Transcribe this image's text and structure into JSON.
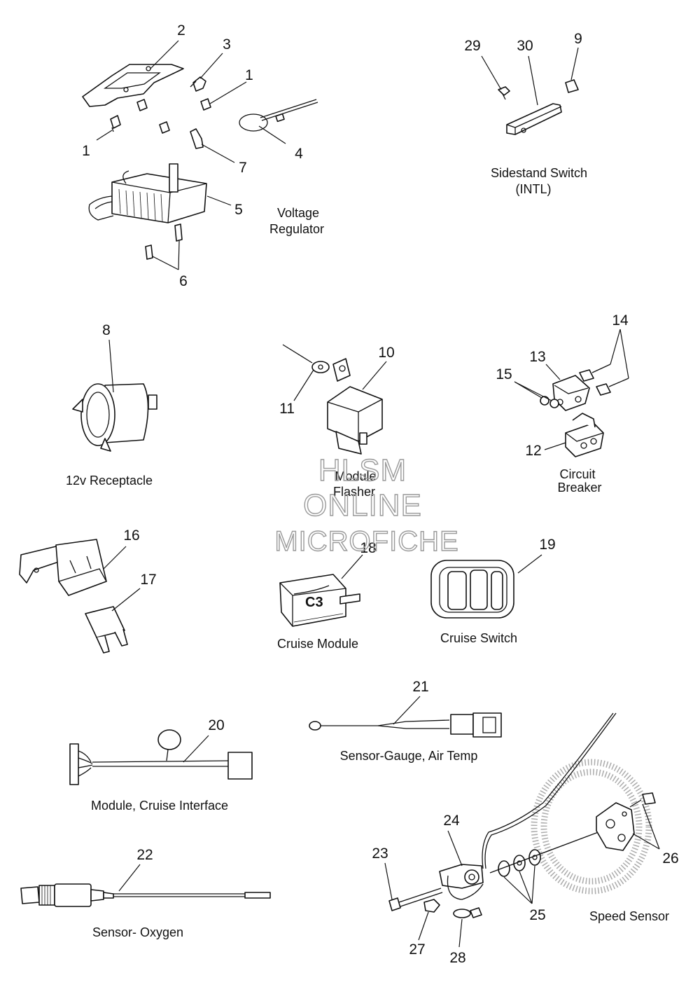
{
  "callouts": [
    {
      "id": "c1a",
      "text": "1"
    },
    {
      "id": "c1b",
      "text": "1"
    },
    {
      "id": "c2",
      "text": "2"
    },
    {
      "id": "c3",
      "text": "3"
    },
    {
      "id": "c4",
      "text": "4"
    },
    {
      "id": "c5",
      "text": "5"
    },
    {
      "id": "c6",
      "text": "6"
    },
    {
      "id": "c7",
      "text": "7"
    },
    {
      "id": "c8",
      "text": "8"
    },
    {
      "id": "c9",
      "text": "9"
    },
    {
      "id": "c10",
      "text": "10"
    },
    {
      "id": "c11",
      "text": "11"
    },
    {
      "id": "c12",
      "text": "12"
    },
    {
      "id": "c13",
      "text": "13"
    },
    {
      "id": "c14",
      "text": "14"
    },
    {
      "id": "c15",
      "text": "15"
    },
    {
      "id": "c16",
      "text": "16"
    },
    {
      "id": "c17",
      "text": "17"
    },
    {
      "id": "c18",
      "text": "18"
    },
    {
      "id": "c19",
      "text": "19"
    },
    {
      "id": "c20",
      "text": "20"
    },
    {
      "id": "c21",
      "text": "21"
    },
    {
      "id": "c22",
      "text": "22"
    },
    {
      "id": "c23",
      "text": "23"
    },
    {
      "id": "c24",
      "text": "24"
    },
    {
      "id": "c25",
      "text": "25"
    },
    {
      "id": "c26",
      "text": "26"
    },
    {
      "id": "c27",
      "text": "27"
    },
    {
      "id": "c28",
      "text": "28"
    },
    {
      "id": "c29",
      "text": "29"
    },
    {
      "id": "c30",
      "text": "30"
    }
  ],
  "captions": {
    "voltage_regulator": [
      "Voltage",
      "Regulator"
    ],
    "sidestand_switch": [
      "Sidestand Switch",
      "(INTL)"
    ],
    "receptacle": "12v Receptacle",
    "module_flasher": [
      "Module",
      "Flasher"
    ],
    "circuit_breaker": [
      "Circuit",
      "Breaker"
    ],
    "cruise_module": "Cruise Module",
    "cruise_switch": "Cruise Switch",
    "sensor_gauge": "Sensor-Gauge, Air Temp",
    "module_cruise_interface": "Module, Cruise Interface",
    "sensor_oxygen": "Sensor- Oxygen",
    "speed_sensor": "Speed Sensor"
  },
  "watermark": [
    "HLSM",
    "ONLINE",
    "MICROFICHE"
  ]
}
